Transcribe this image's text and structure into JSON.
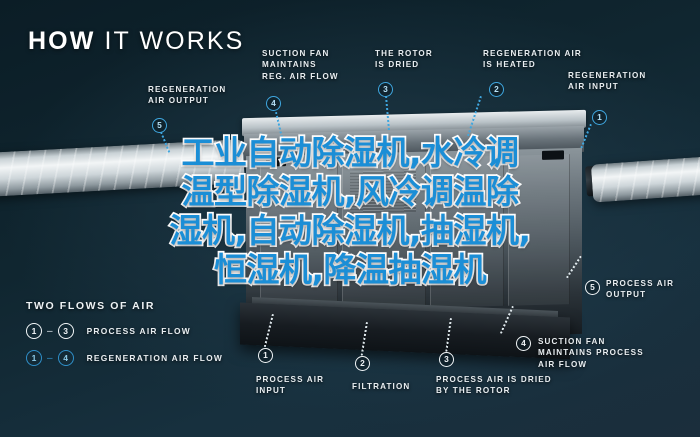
{
  "headline": {
    "bold": "HOW",
    "light": "IT WORKS"
  },
  "callouts": [
    {
      "id": "regeneration-air-output",
      "number": "5",
      "label": "REGENERATION\nAIR OUTPUT",
      "marker_color": "blue"
    },
    {
      "id": "suction-fan-reg",
      "number": "4",
      "label": "SUCTION FAN\nMAINTAINS\nREG. AIR FLOW",
      "marker_color": "blue"
    },
    {
      "id": "rotor-is-dried",
      "number": "3",
      "label": "THE ROTOR\nIS DRIED",
      "marker_color": "blue"
    },
    {
      "id": "regeneration-air-heated",
      "number": "2",
      "label": "REGENERATION AIR\nIS HEATED",
      "marker_color": "blue"
    },
    {
      "id": "regeneration-air-input",
      "number": "1",
      "label": "REGENERATION\nAIR INPUT",
      "marker_color": "blue"
    },
    {
      "id": "process-air-output",
      "number": "5",
      "label": "PROCESS AIR\nOUTPUT",
      "marker_color": "white"
    },
    {
      "id": "suction-fan-process",
      "number": "4",
      "label": "SUCTION FAN\nMAINTAINS PROCESS\nAIR FLOW",
      "marker_color": "white"
    },
    {
      "id": "process-air-input",
      "number": "1",
      "label": "PROCESS AIR\nINPUT",
      "marker_color": "white"
    },
    {
      "id": "filtration",
      "number": "2",
      "label": "FILTRATION",
      "marker_color": "white"
    },
    {
      "id": "process-air-dried",
      "number": "3",
      "label": "PROCESS AIR IS DRIED\nBY THE ROTOR",
      "marker_color": "white"
    }
  ],
  "legend": {
    "title": "TWO FLOWS OF AIR",
    "rows": [
      {
        "from": "1",
        "to": "3",
        "dash": "–",
        "label": "PROCESS AIR FLOW",
        "color": "white"
      },
      {
        "from": "1",
        "to": "4",
        "dash": "–",
        "label": "REGENERATION AIR FLOW",
        "color": "blue"
      }
    ]
  },
  "overlay_text": {
    "lines": [
      "工业自动除湿机,水冷调",
      "温型除湿机,风冷调温除",
      "湿机,自动除湿机,抽湿机,",
      "恒湿机,降温抽湿机"
    ]
  },
  "colors": {
    "background_dark": "#0d1e27",
    "background_light": "#1b2e3c",
    "accent_blue": "#3fa7e0",
    "overlay_blue": "#1b8ed6",
    "text_white": "#e9eef1"
  }
}
